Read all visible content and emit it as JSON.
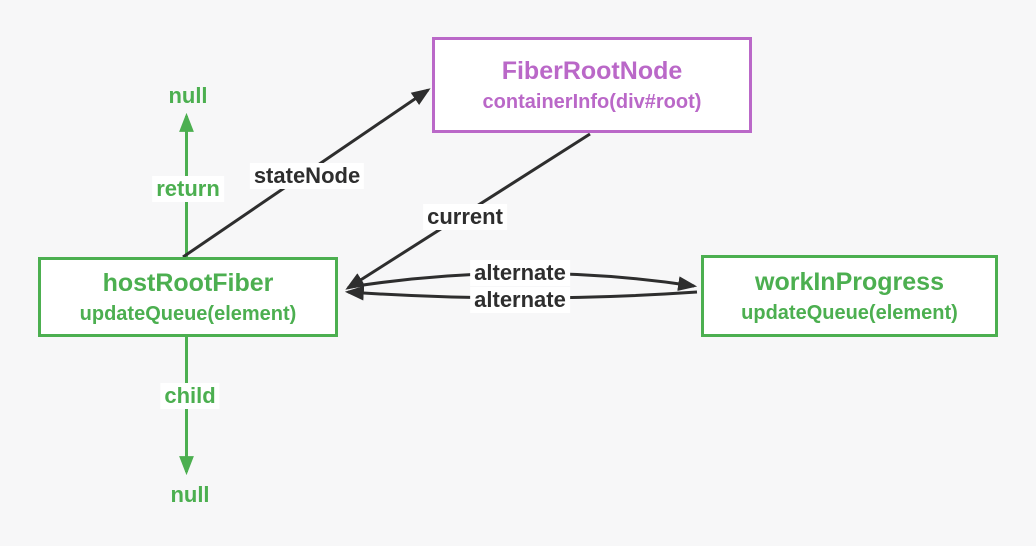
{
  "diagram": {
    "nodes": [
      {
        "title": "FiberRootNode",
        "subtitle": "containerInfo(div#root)"
      },
      {
        "title": "hostRootFiber",
        "subtitle": "updateQueue(element)"
      },
      {
        "title": "workInProgress",
        "subtitle": "updateQueue(element)"
      }
    ],
    "edge_labels": {
      "state_node": "stateNode",
      "current": "current",
      "alternate_top": "alternate",
      "alternate_bottom": "alternate",
      "return": "return",
      "child": "child",
      "null_top": "null",
      "null_bottom": "null"
    },
    "colors": {
      "green": "#4caf50",
      "purple": "#ba68c8",
      "arrow": "#2e2e2e",
      "background": "#f7f7f8",
      "label_bg": "#ffffff"
    }
  }
}
